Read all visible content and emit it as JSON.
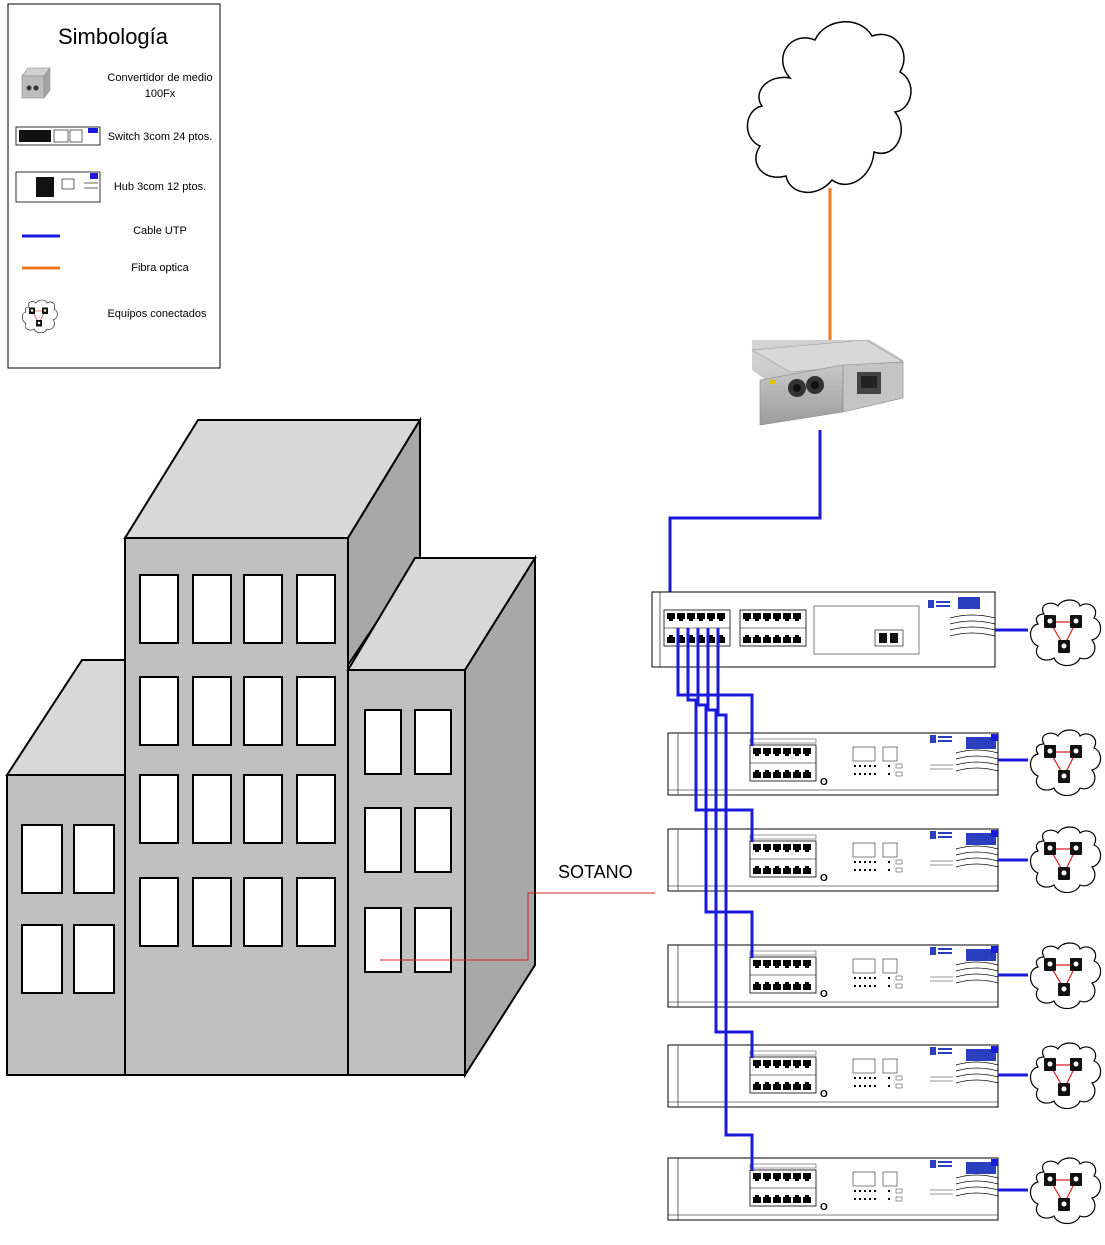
{
  "legend": {
    "title": "Simbología",
    "items": [
      {
        "icon": "media-converter-icon",
        "label_lines": [
          "Convertidor de medio",
          "100Fx"
        ]
      },
      {
        "icon": "switch-icon",
        "label_lines": [
          "Switch 3com 24 ptos."
        ]
      },
      {
        "icon": "hub-icon",
        "label_lines": [
          "Hub 3com 12 ptos."
        ]
      },
      {
        "icon": "utp-line-icon",
        "label_lines": [
          "Cable UTP"
        ],
        "color": "#1a1adc"
      },
      {
        "icon": "fiber-line-icon",
        "label_lines": [
          "Fibra optica"
        ],
        "color": "#f07820"
      },
      {
        "icon": "connected-devices-icon",
        "label_lines": [
          "Equipos conectados"
        ]
      }
    ]
  },
  "building": {
    "label": "SOTANO",
    "pointer_color": "#d42020"
  },
  "colors": {
    "utp": "#1a1adc",
    "fiber": "#f07820",
    "building_front": "#c0c0c0",
    "building_side": "#a8a8a8",
    "building_top": "#d8d8d8"
  },
  "network": {
    "cloud_icon": "internet-cloud-icon",
    "converter_icon": "media-converter-icon",
    "switch_icon": "switch-icon",
    "hub_count": 5
  }
}
